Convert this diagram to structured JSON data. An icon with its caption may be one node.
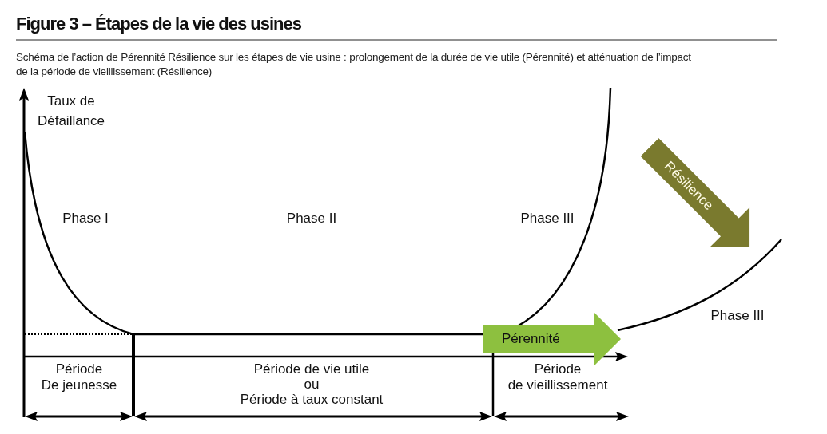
{
  "diagram": {
    "title": "Figure 3 – Étapes de la vie des usines",
    "caption": "Schéma de l’action de Pérennité Résilience sur les étapes de vie usine : prolongement de la durée de vie utile (Pérennité) et atténuation de l’impact de la période de vieillissement (Résilience)",
    "nodes": [
      {
        "text": [
          "Résilience"
        ]
      },
      {
        "text": [
          "Pérennité"
        ]
      }
    ],
    "labels": [
      "Taux de Défaillance",
      "Phase I",
      "Phase II",
      "Phase III",
      "Phase III",
      "Période De jeunesse",
      "Période de vie utile ou Période à taux constant",
      "Période de vieillissement"
    ]
  }
}
